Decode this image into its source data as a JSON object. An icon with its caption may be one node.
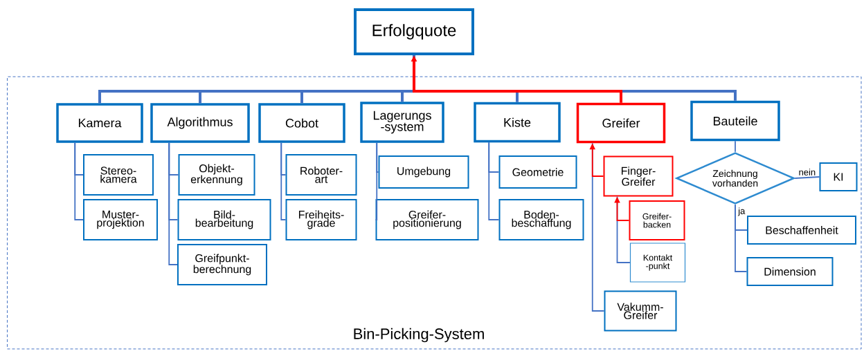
{
  "diagram": {
    "nodes": [
      {
        "text": [
          "Erfolgquote"
        ]
      },
      {
        "text": [
          "Bin-Picking-System"
        ]
      },
      {
        "text": [
          "Kamera"
        ],
        "in": 1
      },
      {
        "text": [
          "Algorithmus"
        ],
        "in": 1
      },
      {
        "text": [
          "Cobot"
        ],
        "in": 1
      },
      {
        "text": [
          "Lagerungs -system"
        ],
        "in": 1
      },
      {
        "text": [
          "Kiste"
        ],
        "in": 1
      },
      {
        "text": [
          "Greifer"
        ],
        "in": 1
      },
      {
        "text": [
          "Bauteile"
        ],
        "in": 1
      },
      {
        "text": [
          "Stereo- kamera"
        ],
        "in": 1
      },
      {
        "text": [
          "Muster- projektion"
        ],
        "in": 1
      },
      {
        "text": [
          "Objekt- erkennung"
        ],
        "in": 1
      },
      {
        "text": [
          "Bild- bearbeitung"
        ],
        "in": 1
      },
      {
        "text": [
          "Greifpunkt- berechnung"
        ],
        "in": 1
      },
      {
        "text": [
          "Roboter- art"
        ],
        "in": 1
      },
      {
        "text": [
          "Freiheits- grade"
        ],
        "in": 1
      },
      {
        "text": [
          "Umgebung"
        ],
        "in": 1
      },
      {
        "text": [
          "Greifer- positionierung"
        ],
        "in": 1
      },
      {
        "text": [
          "Geometrie"
        ],
        "in": 1
      },
      {
        "text": [
          "Boden- beschaffung"
        ],
        "in": 1
      },
      {
        "text": [
          "Finger- Greifer"
        ],
        "in": 1
      },
      {
        "text": [
          "Greifer- backen"
        ],
        "in": 1
      },
      {
        "text": [
          "Kontakt -punkt"
        ],
        "in": 1
      },
      {
        "text": [
          "Vakumm- Greifer"
        ],
        "in": 1
      },
      {
        "text": [
          "Zeichnung vorhanden"
        ],
        "in": 1
      },
      {
        "text": [
          "KI"
        ],
        "in": 1
      },
      {
        "text": [
          "Beschaffenheit"
        ],
        "in": 1
      },
      {
        "text": [
          "Dimension"
        ],
        "in": 1
      }
    ],
    "edges": [
      {
        "from": 2,
        "to": 0,
        "arrow": "none",
        "style": "thick"
      },
      {
        "from": 3,
        "to": 0,
        "arrow": "none",
        "style": "thick"
      },
      {
        "from": 4,
        "to": 0,
        "arrow": "none",
        "style": "thick"
      },
      {
        "from": 5,
        "to": 0,
        "arrow": "none",
        "style": "thick"
      },
      {
        "from": 6,
        "to": 0,
        "arrow": "none",
        "style": "thick"
      },
      {
        "from": 7,
        "to": 0,
        "arrow": "to",
        "style": "thick",
        "color": "#ff0000"
      },
      {
        "from": 8,
        "to": 0,
        "arrow": "none",
        "style": "thick"
      },
      {
        "from": 9,
        "to": 2,
        "arrow": "none"
      },
      {
        "from": 10,
        "to": 2,
        "arrow": "none"
      },
      {
        "from": 11,
        "to": 3,
        "arrow": "none"
      },
      {
        "from": 12,
        "to": 3,
        "arrow": "none"
      },
      {
        "from": 13,
        "to": 3,
        "arrow": "none"
      },
      {
        "from": 14,
        "to": 4,
        "arrow": "none"
      },
      {
        "from": 15,
        "to": 4,
        "arrow": "none"
      },
      {
        "from": 16,
        "to": 5,
        "arrow": "none"
      },
      {
        "from": 17,
        "to": 5,
        "arrow": "none"
      },
      {
        "from": 18,
        "to": 6,
        "arrow": "none"
      },
      {
        "from": 19,
        "to": 6,
        "arrow": "none"
      },
      {
        "from": 20,
        "to": 7,
        "arrow": "to",
        "color": "#ff0000"
      },
      {
        "from": 23,
        "to": 7,
        "arrow": "none"
      },
      {
        "from": 21,
        "to": 20,
        "arrow": "to",
        "color": "#ff0000"
      },
      {
        "from": 22,
        "to": 20,
        "arrow": "none"
      },
      {
        "from": 8,
        "to": 24,
        "arrow": "none"
      },
      {
        "from": 24,
        "to": 25,
        "arrow": "none",
        "label": "nein"
      },
      {
        "from": 24,
        "to": 26,
        "arrow": "none",
        "label": "ja"
      },
      {
        "from": 24,
        "to": 27,
        "arrow": "none"
      }
    ]
  }
}
